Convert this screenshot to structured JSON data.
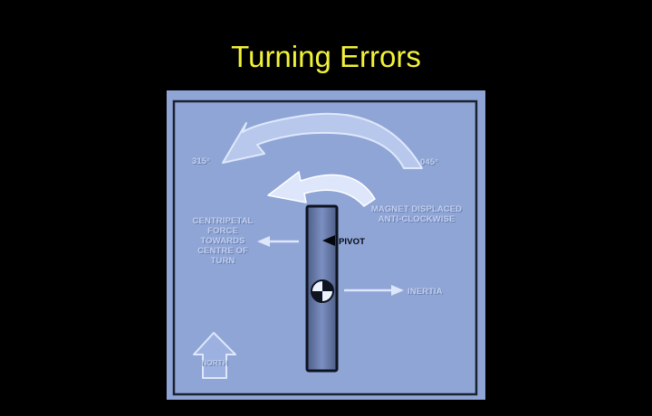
{
  "slide": {
    "title": "Turning Errors"
  },
  "diagram": {
    "heading_start": "315°",
    "heading_end": "045°",
    "magnet_displacement": "MAGNET DISPLACED ANTI-CLOCKWISE",
    "centripetal_force": "CENTRIPETAL FORCE TOWARDS CENTRE OF TURN",
    "pivot": "PIVOT",
    "inertia": "INERTIA",
    "north": "NORTH"
  },
  "colors": {
    "title": "#f2f23a",
    "background": "#000000",
    "panel": "#8fa5d6",
    "outline": "#1a2230",
    "label": "#c2d0ee"
  }
}
